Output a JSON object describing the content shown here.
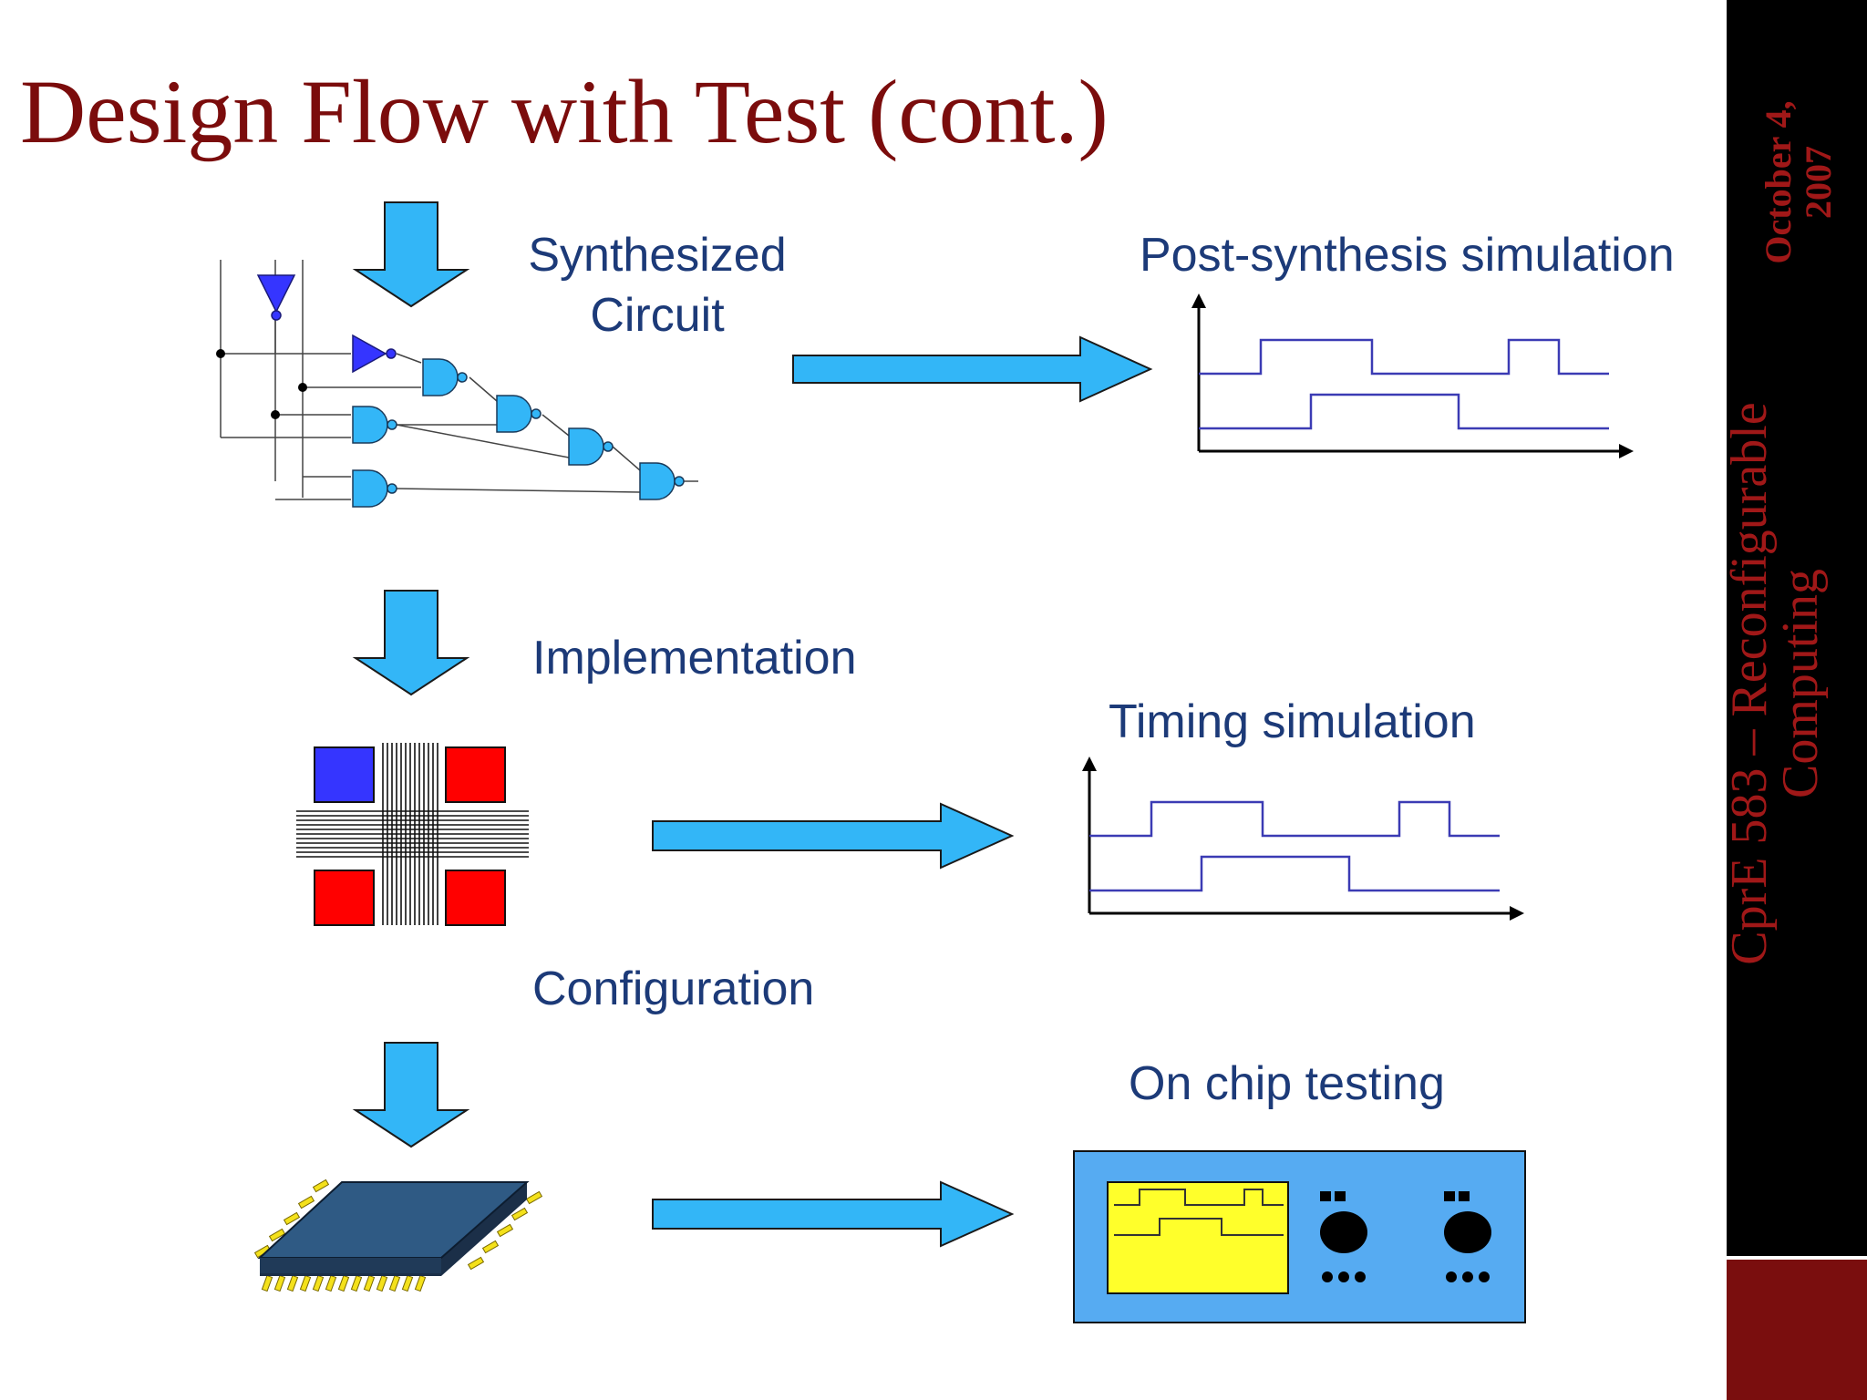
{
  "slide": {
    "title": "Design Flow with Test (cont.)",
    "flow": {
      "synthesized_label_line1": "Synthesized",
      "synthesized_label_line2": "Circuit",
      "implementation_label": "Implementation",
      "configuration_label": "Configuration"
    },
    "verification": {
      "post_synthesis_label": "Post-synthesis simulation",
      "timing_label": "Timing simulation",
      "on_chip_label": "On chip testing"
    }
  },
  "sidebar": {
    "course_line1": "CprE 583 – Reconfigurable",
    "course_line2": "Computing",
    "date_line1": "October 4,",
    "date_line2": "2007"
  },
  "colors": {
    "title": "#7b0c0c",
    "label": "#1c3a78",
    "arrow_fill": "#33b6f7",
    "gate_fill": "#33b6f7",
    "inverter_fill": "#3535ff",
    "waveform": "#3b3bb4",
    "block_blue": "#3535ff",
    "block_red": "#ff0000",
    "chip": "#2f5a84",
    "pins": "#f4e11b",
    "scope_body": "#56abf2",
    "scope_screen": "#ffff2b",
    "sidebar_black": "#000000",
    "sidebar_red": "#7a0e0e",
    "sidebar_text": "#a01818"
  },
  "icons": [
    "flow-arrow-icon",
    "logic-gate-icon",
    "inverter-icon",
    "waveform-icon",
    "fpga-fabric-icon",
    "chip-icon",
    "oscilloscope-icon"
  ]
}
